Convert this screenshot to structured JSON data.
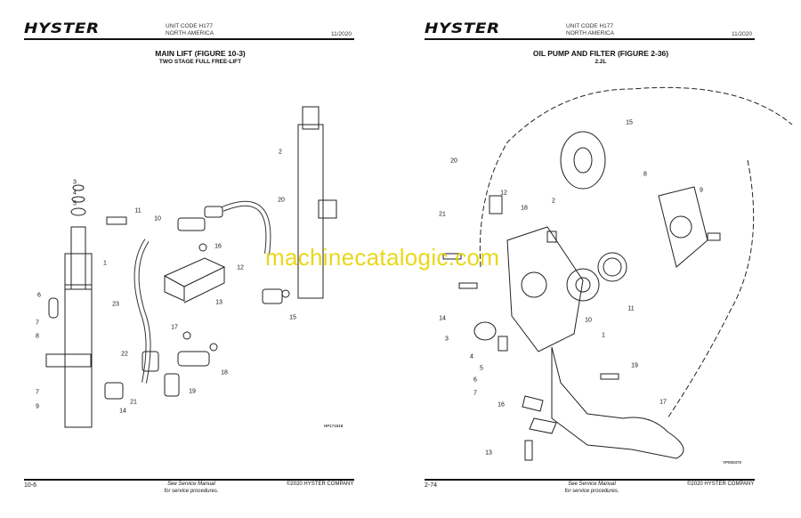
{
  "left_page": {
    "logo": "HYSTER",
    "unit_code": "UNIT CODE H177",
    "region": "NORTH AMERICA",
    "date": "11/2020",
    "title": "MAIN LIFT (FIGURE 10-3)",
    "subtitle": "TWO STAGE FULL FREE-LIFT",
    "figure_id": "HP171518",
    "callouts": [
      "2",
      "3",
      "4",
      "5",
      "11",
      "10",
      "20",
      "16",
      "12",
      "1",
      "23",
      "13",
      "6",
      "7",
      "8",
      "17",
      "15",
      "22",
      "18",
      "21",
      "19",
      "14",
      "7",
      "9"
    ],
    "page_number": "10-6",
    "note_line1": "See Service Manual",
    "note_line2": "for service procedures.",
    "copyright": "©2020 HYSTER COMPANY"
  },
  "right_page": {
    "logo": "HYSTER",
    "unit_code": "UNIT CODE H177",
    "region": "NORTH AMERICA",
    "date": "11/2020",
    "title": "OIL PUMP AND FILTER (FIGURE 2-36)",
    "subtitle": "2.2L",
    "figure_id": "YP000370",
    "callouts": [
      "15",
      "20",
      "8",
      "9",
      "12",
      "2",
      "21",
      "18",
      "14",
      "10",
      "11",
      "3",
      "1",
      "4",
      "5",
      "19",
      "6",
      "7",
      "16",
      "17",
      "13"
    ],
    "page_number": "2-74",
    "note_line1": "See Service Manual",
    "note_line2": "for service procedures.",
    "copyright": "©2020 HYSTER COMPANY"
  },
  "watermark": "machinecatalogic.com"
}
